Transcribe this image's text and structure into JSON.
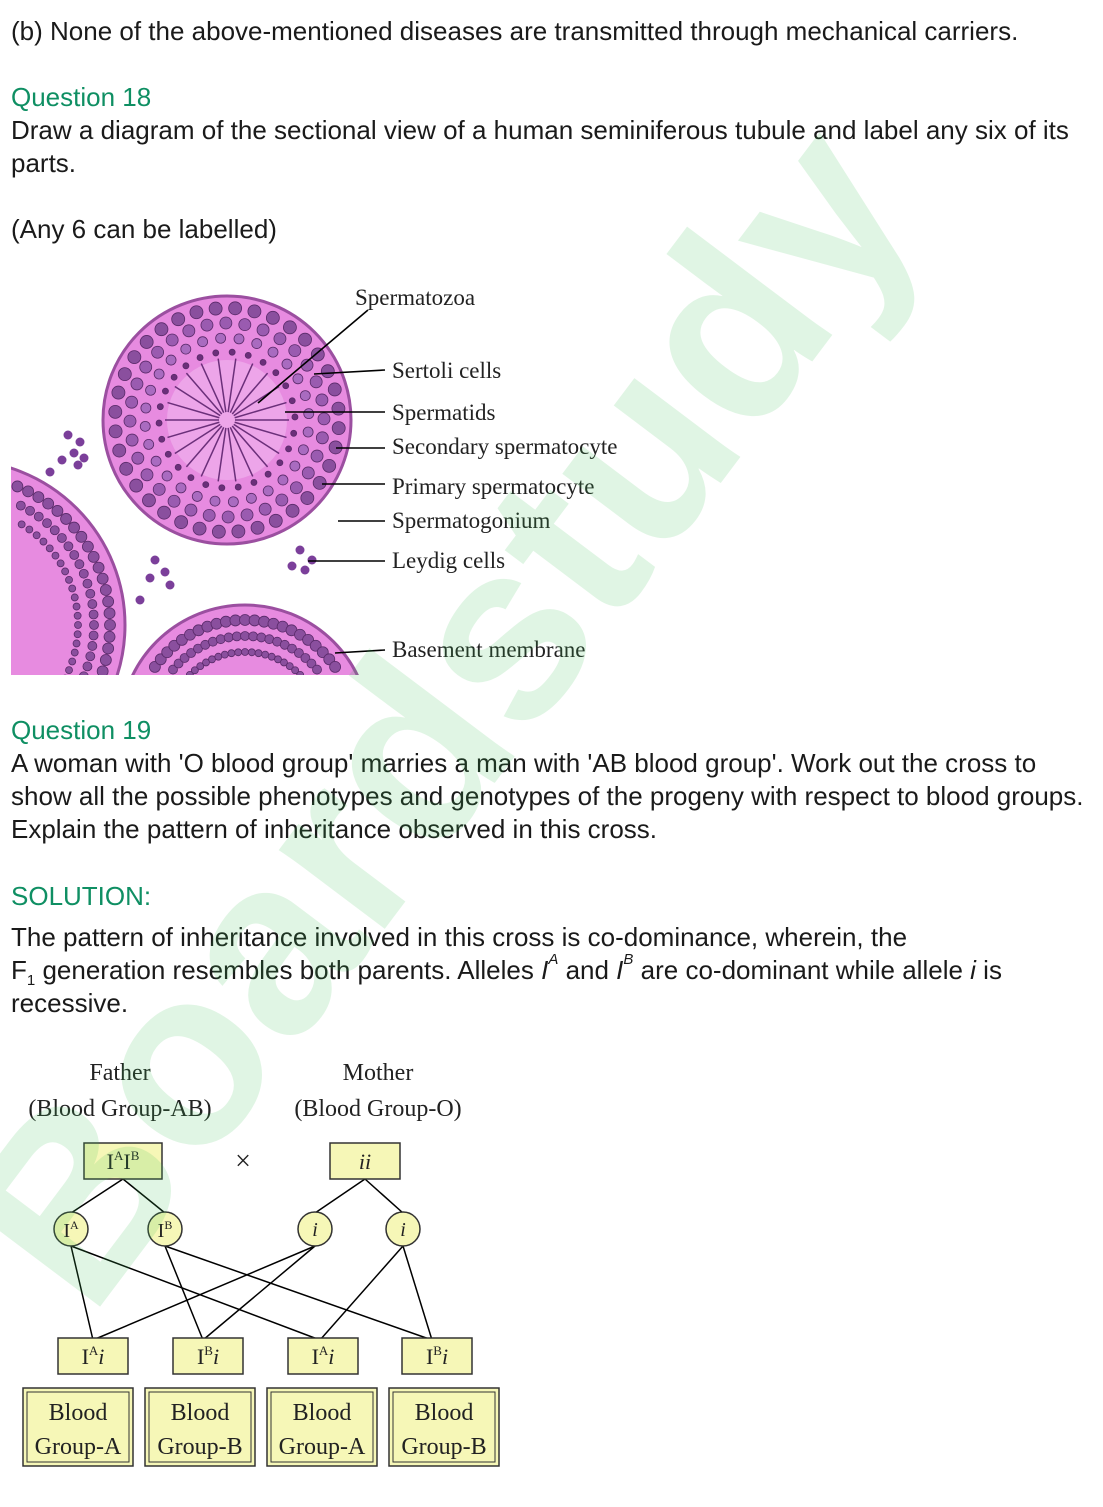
{
  "lines": {
    "prev_answer": "(b) None of the above-mentioned diseases are transmitted through mechanical carriers.",
    "q18_heading": "Question 18",
    "q18_text": "Draw a diagram of the sectional view of a human seminiferous tubule and label any six of its parts.",
    "q18_note": "(Any 6 can be labelled)",
    "q19_heading": "Question 19",
    "q19_text": "A woman with 'O blood group' marries a man with 'AB blood group'. Work out the cross to show all the possible phenotypes and genotypes of the progeny with respect to blood groups. Explain the pattern of inheritance observed in this cross.",
    "solution_heading": "SOLUTION:",
    "solution_p1": "The pattern of inheritance involved in this cross is co-dominance, wherein, the",
    "solution_F": "F",
    "solution_F_sub": "1",
    "solution_p2a": " generation resembles both parents. Alleles ",
    "allele_I": "I",
    "allele_A": "A",
    "solution_and": " and ",
    "allele_B": "B",
    "solution_p2b": "  are co-dominant while allele ",
    "allele_i": "i",
    "solution_p2c": "  is",
    "solution_p3": "recessive."
  },
  "tubule_diagram": {
    "labels": {
      "spermatozoa": "Spermatozoa",
      "sertoli": "Sertoli cells",
      "spermatids": "Spermatids",
      "secondary": "Secondary spermatocyte",
      "primary": "Primary spermatocyte",
      "spermatogonium": "Spermatogonium",
      "leydig": "Leydig cells",
      "basement": "Basement membrane"
    }
  },
  "cross_diagram": {
    "father_title": "Father",
    "father_group": "(Blood Group-AB)",
    "mother_title": "Mother",
    "mother_group": "(Blood Group-O)",
    "cross_symbol": "×",
    "father_genotype": "IAIB",
    "mother_genotype": "ii",
    "gametes": [
      "IA",
      "IB",
      "i",
      "i"
    ],
    "offspring_genotypes": [
      "IAi",
      "IBi",
      "IAi",
      "IBi"
    ],
    "phenotypes": [
      {
        "line1": "Blood",
        "line2": "Group-A"
      },
      {
        "line1": "Blood",
        "line2": "Group-B"
      },
      {
        "line1": "Blood",
        "line2": "Group-A"
      },
      {
        "line1": "Blood",
        "line2": "Group-B"
      }
    ]
  },
  "watermark": {
    "text": "Boardstudy",
    "color": "#3cc35a"
  },
  "colors": {
    "heading": "#0f8f63",
    "tubule_fill": "#e78be0",
    "cell": "#8a4f9e",
    "box_fill": "#f6f7b7"
  }
}
